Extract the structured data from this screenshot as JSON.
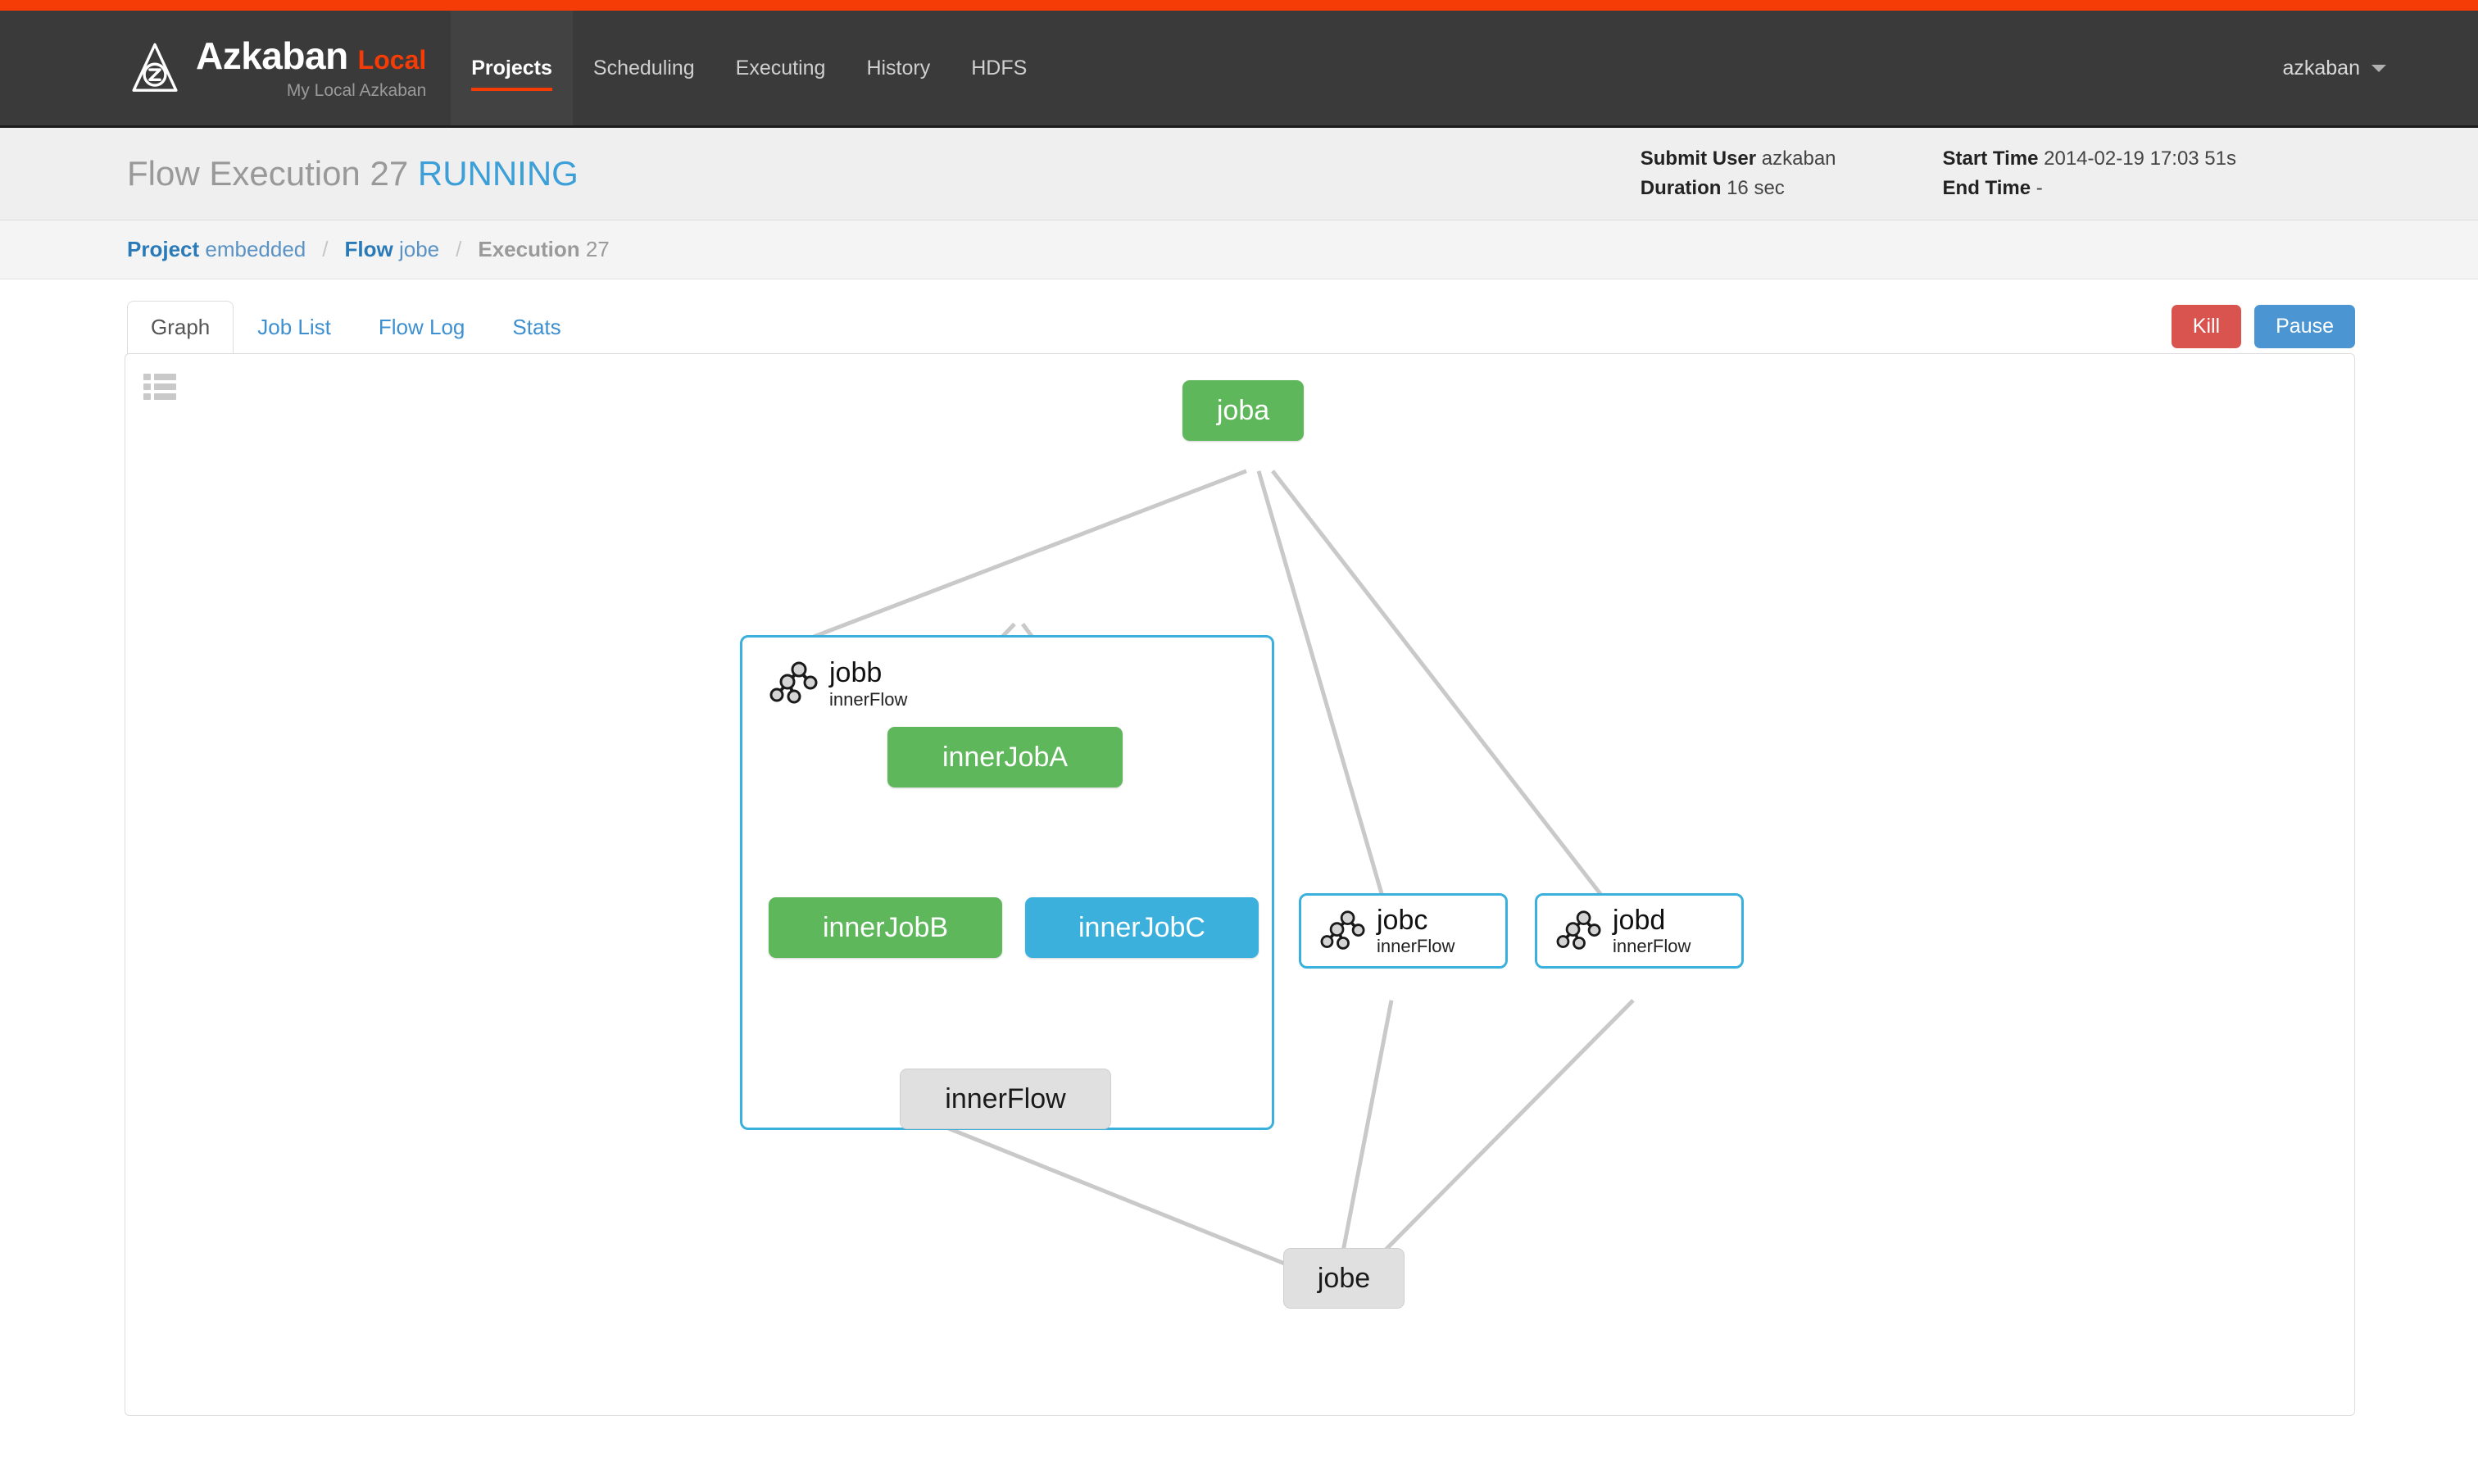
{
  "brand": {
    "name": "Azkaban",
    "edition": "Local",
    "subtitle": "My Local Azkaban",
    "logo_icon": "azkaban-logo-icon",
    "accent_color": "#F63C06"
  },
  "nav": {
    "items": [
      {
        "label": "Projects",
        "active": true
      },
      {
        "label": "Scheduling",
        "active": false
      },
      {
        "label": "Executing",
        "active": false
      },
      {
        "label": "History",
        "active": false
      },
      {
        "label": "HDFS",
        "active": false
      }
    ],
    "user": {
      "label": "azkaban",
      "caret_icon": "chevron-down-icon"
    }
  },
  "header": {
    "title_prefix": "Flow Execution",
    "execution_id": "27",
    "status": "RUNNING",
    "status_color": "#3C9FD8",
    "meta": {
      "submit_user_label": "Submit User",
      "submit_user_value": "azkaban",
      "duration_label": "Duration",
      "duration_value": "16 sec",
      "start_time_label": "Start Time",
      "start_time_value": "2014-02-19 17:03 51s",
      "end_time_label": "End Time",
      "end_time_value": "-"
    }
  },
  "breadcrumb": {
    "items": [
      {
        "label": "Project",
        "value": "embedded",
        "current": false
      },
      {
        "label": "Flow",
        "value": "jobe",
        "current": false
      },
      {
        "label": "Execution",
        "value": "27",
        "current": true
      }
    ],
    "separator": "/"
  },
  "tabs": [
    {
      "label": "Graph",
      "active": true
    },
    {
      "label": "Job List",
      "active": false
    },
    {
      "label": "Flow Log",
      "active": false
    },
    {
      "label": "Stats",
      "active": false
    }
  ],
  "actions": {
    "kill_label": "Kill",
    "kill_color": "#D9534F",
    "pause_label": "Pause",
    "pause_color": "#4A95D2"
  },
  "graph": {
    "toolbar_icon": "list-menu-icon",
    "status_colors": {
      "success": "#5FB75C",
      "running": "#3CB0DD",
      "ready": "#E0E0E0"
    },
    "nodes": [
      {
        "id": "joba",
        "label": "joba",
        "status": "success",
        "type": "job"
      },
      {
        "id": "jobb",
        "label": "jobb",
        "sublabel": "innerFlow",
        "status": "running",
        "type": "flow-expanded",
        "icon": "flow-tree-icon"
      },
      {
        "id": "innerJobA",
        "label": "innerJobA",
        "status": "success",
        "type": "job"
      },
      {
        "id": "innerJobB",
        "label": "innerJobB",
        "status": "success",
        "type": "job"
      },
      {
        "id": "innerJobC",
        "label": "innerJobC",
        "status": "running",
        "type": "job"
      },
      {
        "id": "innerFlow",
        "label": "innerFlow",
        "status": "ready",
        "type": "job"
      },
      {
        "id": "jobc",
        "label": "jobc",
        "sublabel": "innerFlow",
        "status": "running",
        "type": "flow-collapsed",
        "icon": "flow-tree-icon"
      },
      {
        "id": "jobd",
        "label": "jobd",
        "sublabel": "innerFlow",
        "status": "running",
        "type": "flow-collapsed",
        "icon": "flow-tree-icon"
      },
      {
        "id": "jobe",
        "label": "jobe",
        "status": "ready",
        "type": "job"
      }
    ],
    "edges": [
      {
        "from": "joba",
        "to": "jobb"
      },
      {
        "from": "joba",
        "to": "jobc"
      },
      {
        "from": "joba",
        "to": "jobd"
      },
      {
        "from": "innerJobA",
        "to": "innerJobB"
      },
      {
        "from": "innerJobA",
        "to": "innerJobC"
      },
      {
        "from": "innerJobB",
        "to": "innerFlow"
      },
      {
        "from": "innerJobC",
        "to": "innerFlow"
      },
      {
        "from": "jobb",
        "to": "jobe"
      },
      {
        "from": "jobc",
        "to": "jobe"
      },
      {
        "from": "jobd",
        "to": "jobe"
      }
    ]
  }
}
